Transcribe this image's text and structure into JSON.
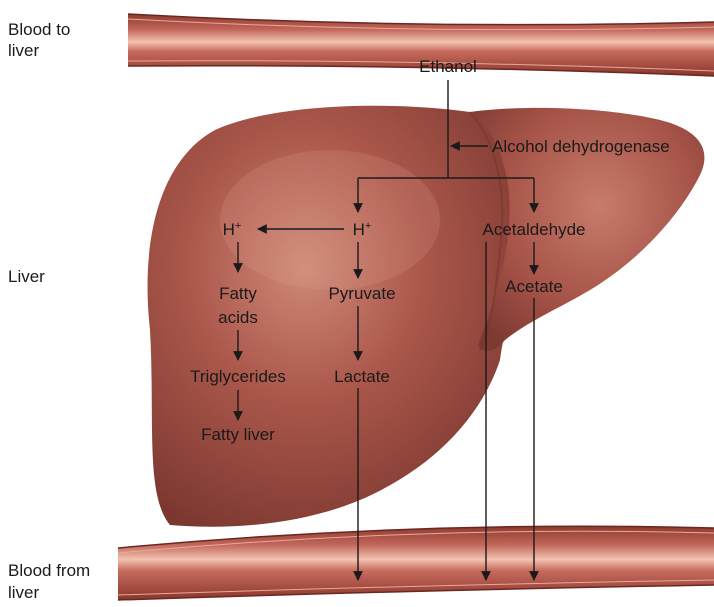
{
  "side_labels": {
    "blood_to_liver": [
      "Blood to",
      "liver"
    ],
    "liver": "Liver",
    "blood_from_liver": [
      "Blood from",
      "liver"
    ]
  },
  "labels": {
    "ethanol": "Ethanol",
    "alcohol_dehydrogenase": "Alcohol dehydrogenase",
    "h_plus_left": "H",
    "h_plus_center": "H",
    "plus_sign": "+",
    "acetaldehyde": "Acetaldehyde",
    "acetate": "Acetate",
    "fatty_acids": [
      "Fatty",
      "acids"
    ],
    "pyruvate": "Pyruvate",
    "triglycerides": "Triglycerides",
    "lactate": "Lactate",
    "fatty_liver": "Fatty liver"
  },
  "colors": {
    "vessel": "#b8564a",
    "vessel_highlight": "#f0b9a6",
    "liver_main": "#a9544a",
    "liver_light": "#c98270",
    "liver_dark": "#7e3a32"
  }
}
